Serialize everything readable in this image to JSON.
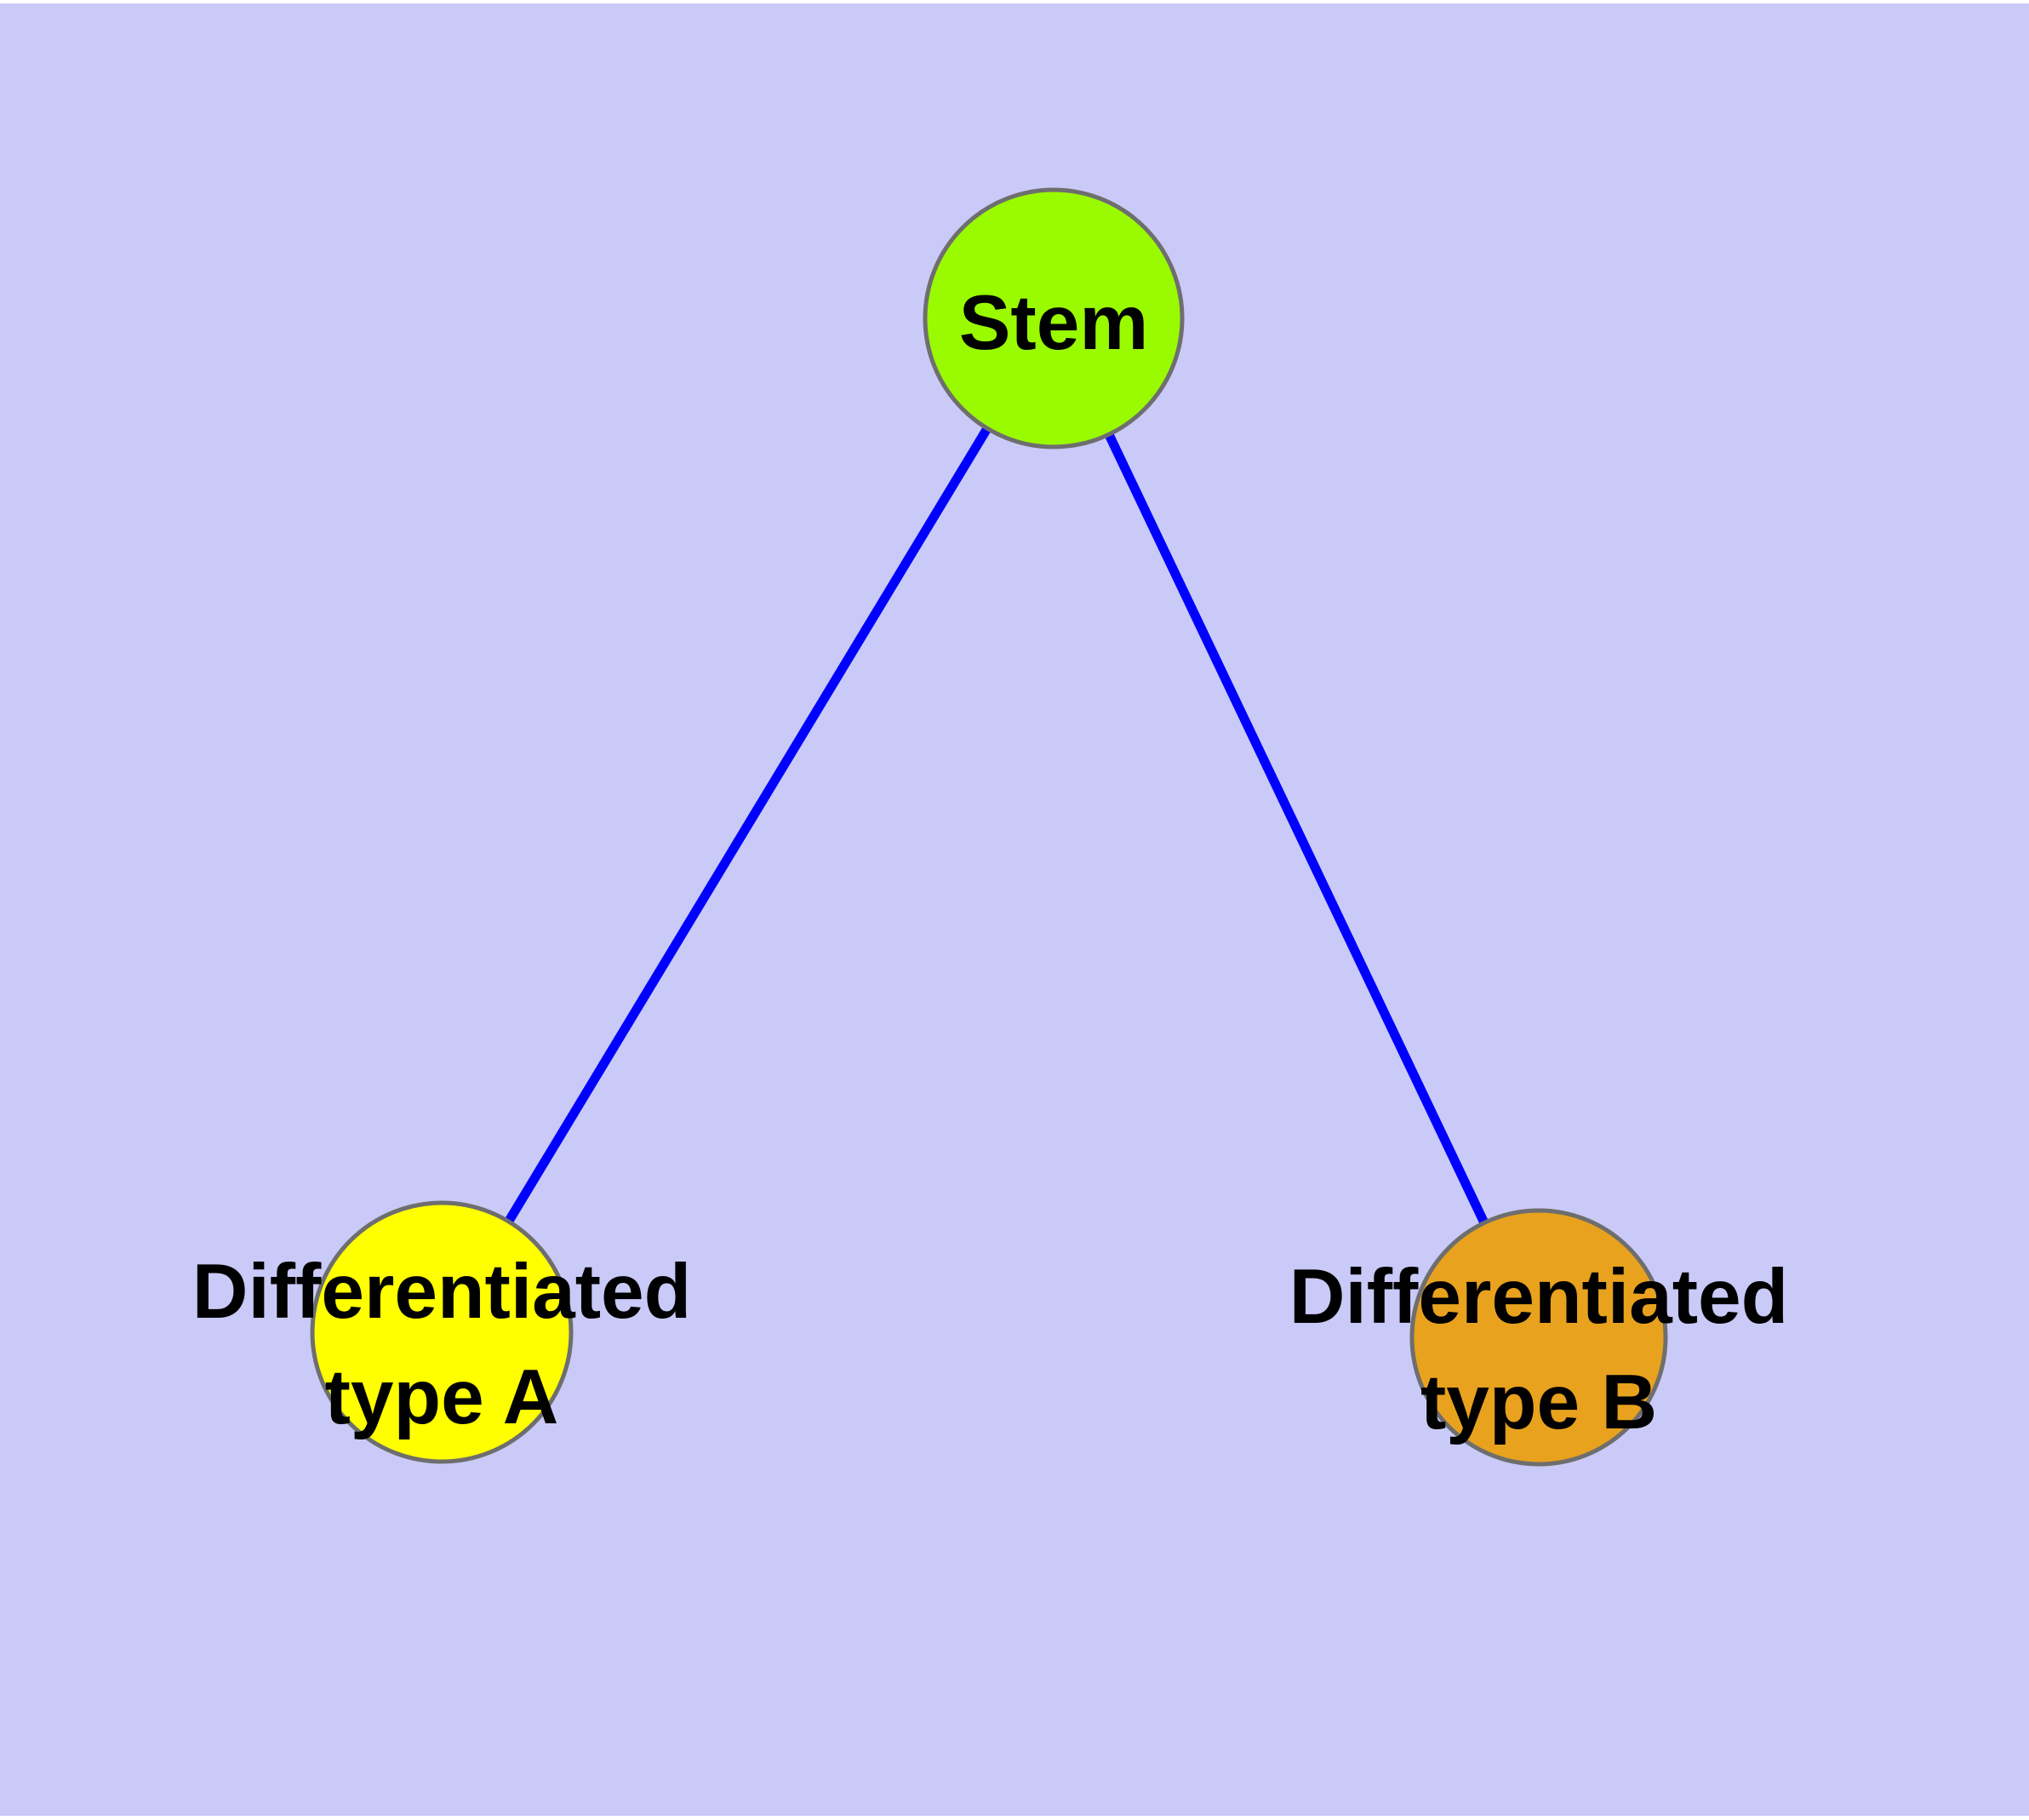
{
  "diagram": {
    "type": "node-link-graph",
    "background_color": "#CACAF8",
    "frame_color": "#FFFFFF",
    "edge_color": "#0000FF",
    "node_border_color": "#6E6E6E",
    "label_color": "#000000",
    "nodes": [
      {
        "id": "stem",
        "label": "Stem",
        "lines": [
          "Stem"
        ],
        "color": "#9AFA00"
      },
      {
        "id": "differentiated-type-a",
        "label": "Differentiated type A",
        "lines": [
          "Differentiated",
          "type A"
        ],
        "color": "#FFFF00"
      },
      {
        "id": "differentiated-type-b",
        "label": "Differentiated type B",
        "lines": [
          "Differentiated",
          "type B"
        ],
        "color": "#E8A21D"
      }
    ],
    "edges": [
      {
        "from": "stem",
        "to": "differentiated-type-a"
      },
      {
        "from": "stem",
        "to": "differentiated-type-b"
      }
    ]
  }
}
